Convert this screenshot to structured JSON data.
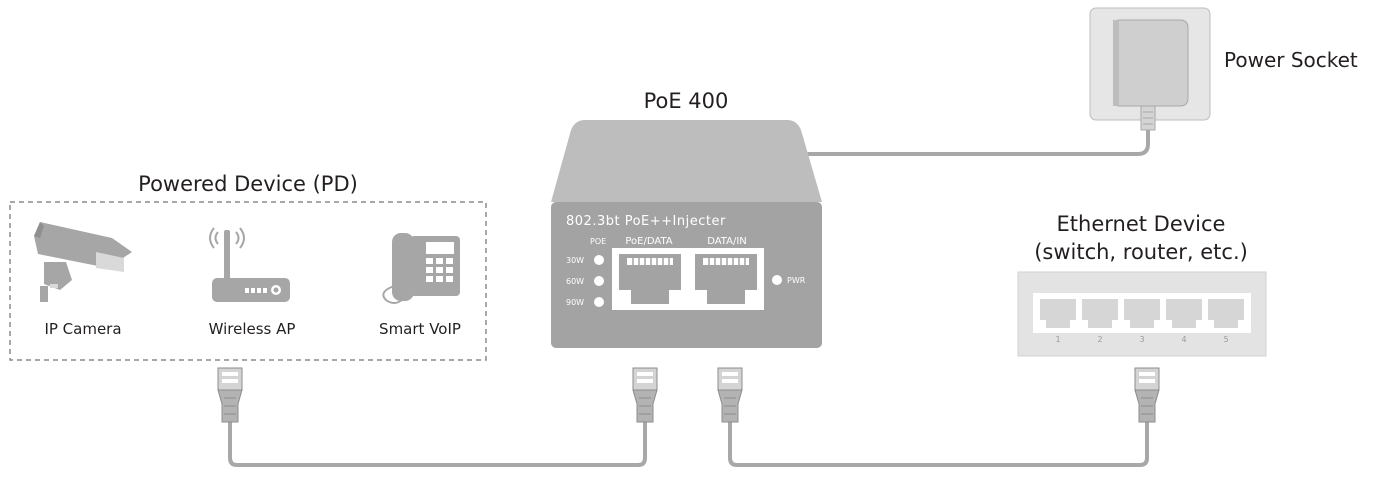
{
  "pd_group": {
    "title": "Powered Device (PD)",
    "devices": [
      {
        "label": "IP Camera",
        "icon": "ip-camera-icon"
      },
      {
        "label": "Wireless AP",
        "icon": "wireless-ap-icon"
      },
      {
        "label": "Smart VoIP",
        "icon": "voip-phone-icon"
      }
    ]
  },
  "injector": {
    "title": "PoE 400",
    "model_text": "802.3bt PoE++Injecter",
    "poe_header": "POE",
    "port1_label": "PoE/DATA",
    "port2_label": "DATA/IN",
    "power_levels": [
      "30W",
      "60W",
      "90W"
    ],
    "pwr_label": "PWR"
  },
  "power_socket": {
    "label": "Power Socket"
  },
  "ethernet_device": {
    "title_line1": "Ethernet Device",
    "title_line2": "(switch, router, etc.)",
    "ports": [
      "1",
      "2",
      "3",
      "4",
      "5"
    ]
  },
  "colors": {
    "body_gray": "#a3a3a3",
    "top_gray": "#bdbdbd",
    "cable_gray": "#a8a8a8",
    "text": "#231f20"
  }
}
